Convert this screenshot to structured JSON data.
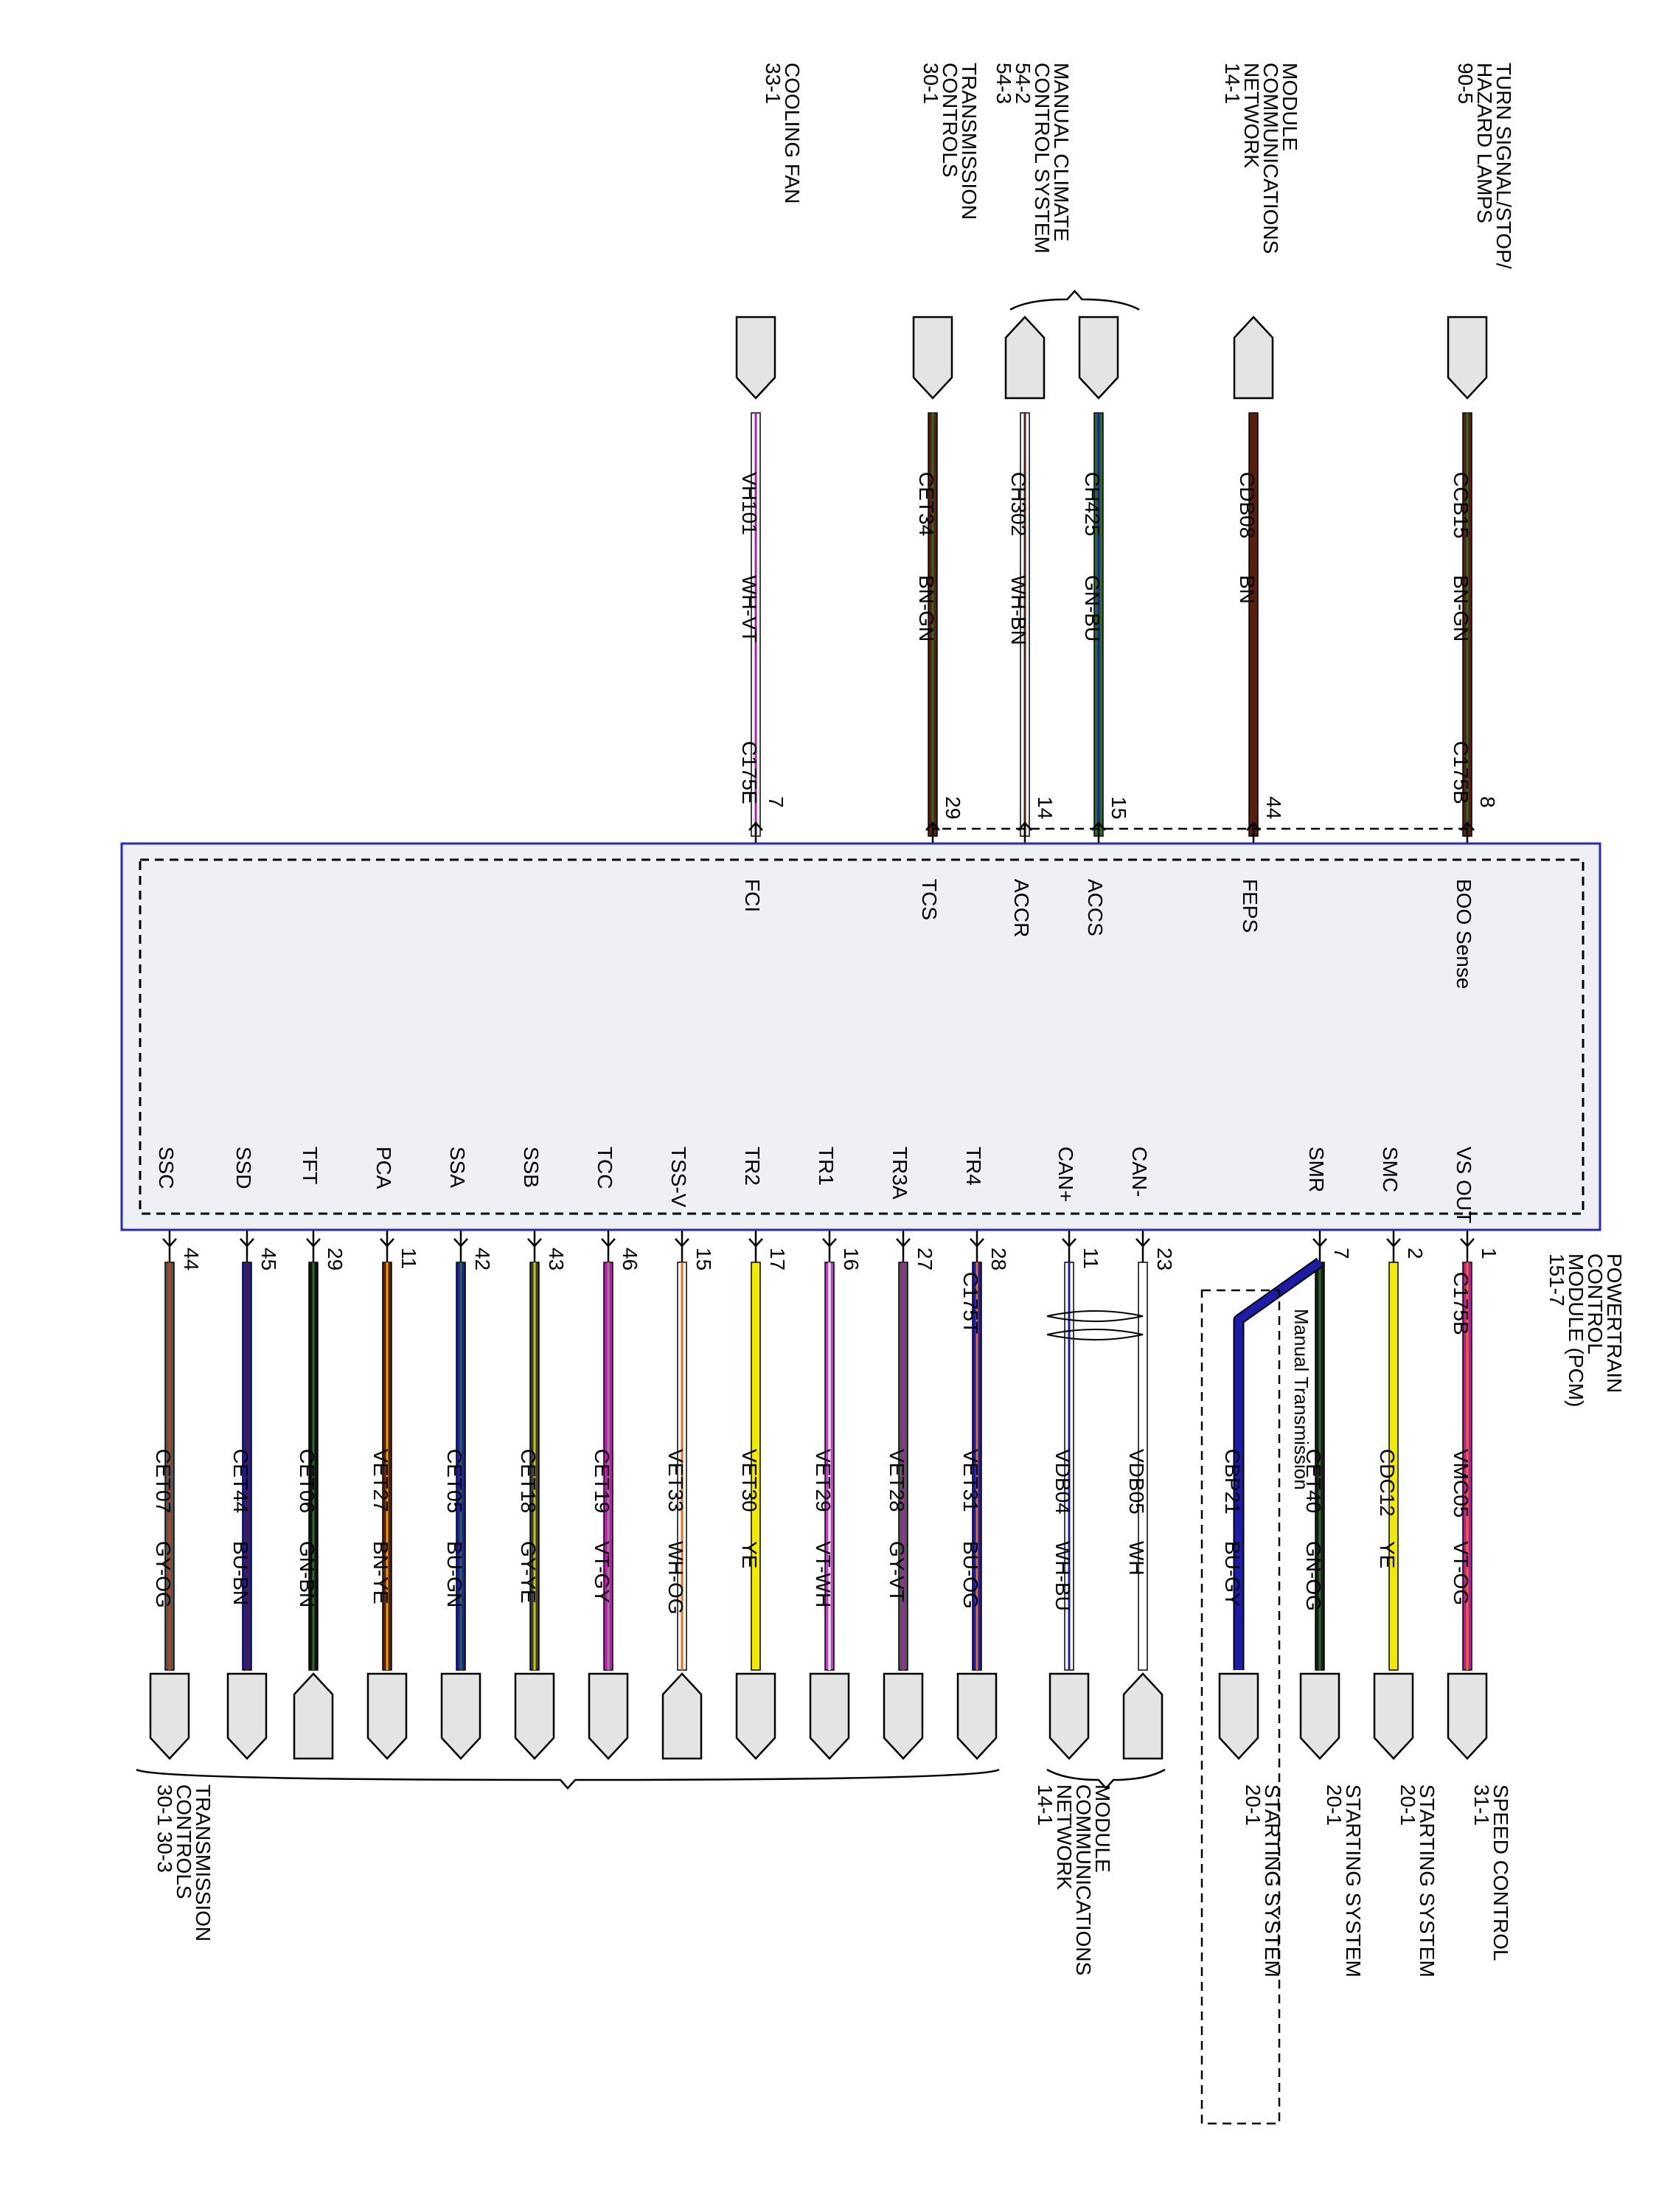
{
  "module": {
    "name_lines": [
      "POWERTRAIN",
      "CONTROL",
      "MODULE (PCM)",
      "151-7"
    ],
    "manual_transmission_label": "Manual Transmission"
  },
  "top_circuits": [
    {
      "pin": "BOO Sense",
      "pin_no": "8",
      "connector": "C175B",
      "circuit": "CCB15",
      "color_code": "BN-GN",
      "wire_colors": [
        "#5a1e0e",
        "#2b6a2b"
      ],
      "tip": "down",
      "dest_lines": [
        "TURN SIGNAL/STOP/",
        "HAZARD LAMPS",
        "90-5"
      ]
    },
    {
      "pin": "FEPS",
      "pin_no": "44",
      "connector": "",
      "circuit": "CDB08",
      "color_code": "BN",
      "wire_colors": [
        "#5a1e0e"
      ],
      "tip": "up",
      "dest_lines": [
        "MODULE",
        "COMMUNICATIONS",
        "NETWORK",
        "14-1"
      ]
    },
    {
      "pin": "ACCS",
      "pin_no": "15",
      "connector": "",
      "circuit": "CH425",
      "color_code": "GN-BU",
      "wire_colors": [
        "#2b6a2b",
        "#1c1ca8"
      ],
      "tip": "down",
      "dest_lines": []
    },
    {
      "pin": "ACCR",
      "pin_no": "14",
      "connector": "",
      "circuit": "CH302",
      "color_code": "WH-BN",
      "wire_colors": [
        "#ffffff",
        "#5a1e0e"
      ],
      "tip": "up",
      "dest_lines": [
        "MANUAL CLIMATE",
        "CONTROL SYSTEM",
        "54-2",
        "54-3"
      ]
    },
    {
      "pin": "TCS",
      "pin_no": "29",
      "connector": "",
      "circuit": "CET34",
      "color_code": "BN-GN",
      "wire_colors": [
        "#5a1e0e",
        "#2b6a2b"
      ],
      "tip": "down",
      "dest_lines": [
        "TRANSMISSION",
        "CONTROLS",
        "30-1"
      ]
    },
    {
      "pin": "FCI",
      "pin_no": "7",
      "connector": "C175E",
      "circuit": "VH101",
      "color_code": "WH-VT",
      "wire_colors": [
        "#ffffff",
        "#b020b0"
      ],
      "tip": "down",
      "dest_lines": [
        "COOLING FAN",
        "33-1"
      ]
    }
  ],
  "bottom_circuits": [
    {
      "pin": "VS OUT",
      "pin_no": "1",
      "connector": "C175B",
      "circuit": "VMC05",
      "color_code": "VT-OG",
      "wire_colors": [
        "#c0189c",
        "#e07020"
      ],
      "tip": "down",
      "dest_lines": [
        "SPEED CONTROL",
        "31-1"
      ]
    },
    {
      "pin": "SMC",
      "pin_no": "2",
      "connector": "",
      "circuit": "CDC12",
      "color_code": "YE",
      "wire_colors": [
        "#f2ea00"
      ],
      "tip": "down",
      "dest_lines": [
        "STARTING SYSTEM",
        "20-1"
      ]
    },
    {
      "pin": "SMR",
      "pin_no": "7",
      "connector": "",
      "circuit": "CET40",
      "color_code": "GN-OG",
      "wire_colors": [
        "#1a1a1a",
        "#2b6a2b"
      ],
      "tip": "down",
      "dest_lines": [
        "STARTING SYSTEM",
        "20-1"
      ]
    },
    {
      "pin": "",
      "pin_no": "",
      "connector": "",
      "circuit": "CBP21",
      "color_code": "BU-GY",
      "wire_colors": [
        "#1c1ca8",
        "#888888"
      ],
      "tip": "down",
      "dest_lines": [
        "STARTING SYSTEM",
        "20-1"
      ]
    },
    {
      "pin": "CAN-",
      "pin_no": "23",
      "connector": "",
      "circuit": "VDB05",
      "color_code": "WH",
      "wire_colors": [
        "#ffffff"
      ],
      "tip": "up",
      "dest_lines": []
    },
    {
      "pin": "CAN+",
      "pin_no": "11",
      "connector": "",
      "circuit": "VDB04",
      "color_code": "WH-BU",
      "wire_colors": [
        "#ffffff",
        "#1c1ca8"
      ],
      "tip": "down",
      "dest_lines": [
        "MODULE",
        "COMMUNICATIONS",
        "NETWORK",
        "14-1"
      ]
    },
    {
      "pin": "TR4",
      "pin_no": "28",
      "connector": "C175T",
      "circuit": "VET31",
      "color_code": "BU-OG",
      "wire_colors": [
        "#1c1ca8",
        "#e07020"
      ],
      "tip": "down",
      "dest_lines": []
    },
    {
      "pin": "TR3A",
      "pin_no": "27",
      "connector": "",
      "circuit": "VET28",
      "color_code": "GY-VT",
      "wire_colors": [
        "#555555",
        "#b020b0"
      ],
      "tip": "down",
      "dest_lines": []
    },
    {
      "pin": "TR1",
      "pin_no": "16",
      "connector": "",
      "circuit": "VET29",
      "color_code": "VT-WH",
      "wire_colors": [
        "#c040c8",
        "#ffffff"
      ],
      "tip": "down",
      "dest_lines": []
    },
    {
      "pin": "TR2",
      "pin_no": "17",
      "connector": "",
      "circuit": "VET30",
      "color_code": "YE",
      "wire_colors": [
        "#f2ea00"
      ],
      "tip": "down",
      "dest_lines": []
    },
    {
      "pin": "TSS-V",
      "pin_no": "15",
      "connector": "",
      "circuit": "VET33",
      "color_code": "WH-OG",
      "wire_colors": [
        "#ffffff",
        "#e07020"
      ],
      "tip": "up",
      "dest_lines": []
    },
    {
      "pin": "TCC",
      "pin_no": "46",
      "connector": "",
      "circuit": "CET19",
      "color_code": "VT-GY",
      "wire_colors": [
        "#c018b0",
        "#888888"
      ],
      "tip": "down",
      "dest_lines": []
    },
    {
      "pin": "SSB",
      "pin_no": "43",
      "connector": "",
      "circuit": "CET18",
      "color_code": "GY-YE",
      "wire_colors": [
        "#3a3a3a",
        "#c8c800"
      ],
      "tip": "down",
      "dest_lines": []
    },
    {
      "pin": "SSA",
      "pin_no": "42",
      "connector": "",
      "circuit": "CET05",
      "color_code": "BU-GN",
      "wire_colors": [
        "#1c1ca8",
        "#2b6a2b"
      ],
      "tip": "down",
      "dest_lines": []
    },
    {
      "pin": "PCA",
      "pin_no": "11",
      "connector": "",
      "circuit": "VET27",
      "color_code": "BN-YE",
      "wire_colors": [
        "#5a1e0e",
        "#e0a000"
      ],
      "tip": "down",
      "dest_lines": []
    },
    {
      "pin": "TFT",
      "pin_no": "29",
      "connector": "",
      "circuit": "CET06",
      "color_code": "GN-BN",
      "wire_colors": [
        "#111111",
        "#2b6a2b"
      ],
      "tip": "up",
      "dest_lines": []
    },
    {
      "pin": "SSD",
      "pin_no": "45",
      "connector": "",
      "circuit": "CET44",
      "color_code": "BU-BN",
      "wire_colors": [
        "#1c1ca8",
        "#5a1e0e"
      ],
      "tip": "down",
      "dest_lines": []
    },
    {
      "pin": "SSC",
      "pin_no": "44",
      "connector": "",
      "circuit": "CET07",
      "color_code": "GY-OG",
      "wire_colors": [
        "#555555",
        "#c04010"
      ],
      "tip": "down",
      "dest_lines": [
        "TRANSMISSION",
        "CONTROLS",
        "30-1   30-3"
      ]
    }
  ]
}
